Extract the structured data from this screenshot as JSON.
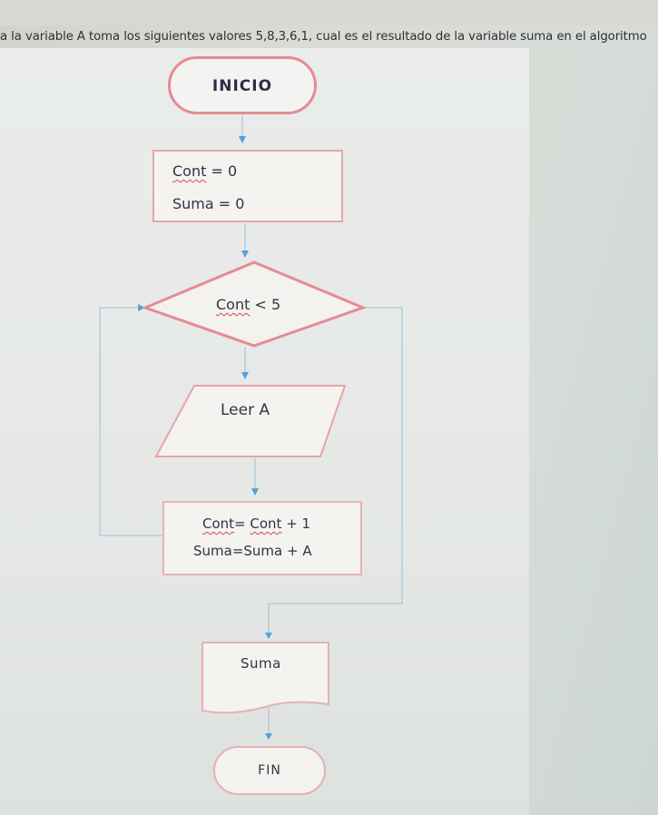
{
  "question": "a la variable A toma los siguientes valores 5,8,3,6,1, cual es el resultado de la variable suma en el algoritmo",
  "flowchart": {
    "start": "INICIO",
    "init": {
      "line1_var": "Cont",
      "line1_rest": " = 0",
      "line2": "Suma = 0"
    },
    "condition": {
      "var": "Cont",
      "rest": " < 5"
    },
    "input": "Leer A",
    "update": {
      "line1_a": "Cont",
      "line1_eq": "= ",
      "line1_b": "Cont",
      "line1_rest": " + 1",
      "line2": "Suma=Suma + A"
    },
    "output": "Suma",
    "end": "FIN"
  },
  "colors": {
    "node_border": "#e78a94",
    "connector": "#9fc3de",
    "arrow": "#5a9fd4",
    "text": "#2f3446",
    "spellcheck_underline": "#cc4b4b"
  }
}
